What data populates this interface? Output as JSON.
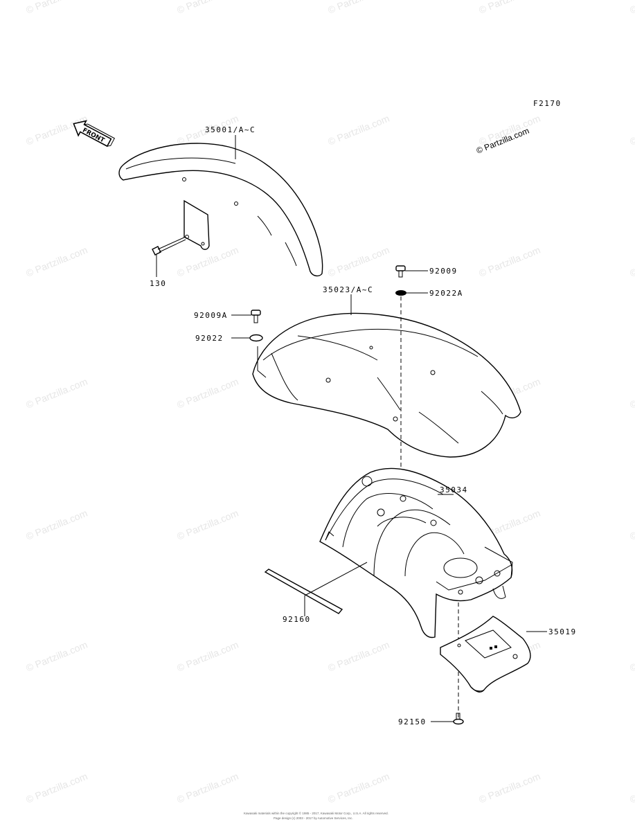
{
  "diagram": {
    "figure_code": "F2170",
    "copyright_mark": "© Partzilla.com",
    "front_arrow_label": "FRONT",
    "watermark_text": "© Partzilla.com",
    "footer_line1": "Kawasaki materials within the copyright © 1985 - 2017, Kawasaki Motor Corp., U.S.A. All rights reserved.",
    "footer_line2": "Page design (c) 2003 - 2017 by Automotive Services, Inc."
  },
  "parts": [
    {
      "id": "front-fender",
      "label": "35001/A~C"
    },
    {
      "id": "bolt-130",
      "label": "130"
    },
    {
      "id": "bolt-92009",
      "label": "92009"
    },
    {
      "id": "washer-92022A",
      "label": "92022A"
    },
    {
      "id": "rear-fender",
      "label": "35023/A~C"
    },
    {
      "id": "bolt-92009A",
      "label": "92009A"
    },
    {
      "id": "washer-92022",
      "label": "92022"
    },
    {
      "id": "rear-fender-inner",
      "label": "35034"
    },
    {
      "id": "seal-92160",
      "label": "92160"
    },
    {
      "id": "bracket-35019",
      "label": "35019"
    },
    {
      "id": "bolt-92150",
      "label": "92150"
    }
  ],
  "colors": {
    "line": "#000000",
    "watermark": "#e6e6e6",
    "background": "#ffffff"
  }
}
